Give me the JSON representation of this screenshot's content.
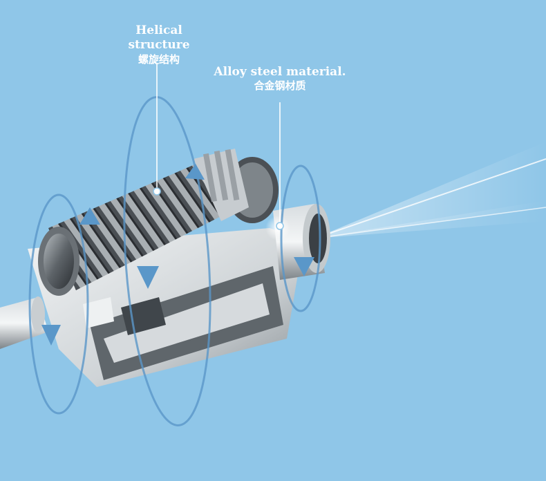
{
  "callouts": {
    "helical": {
      "en": "Helical structure",
      "zh": "螺旋结构"
    },
    "alloy": {
      "en": "Alloy steel material.",
      "zh": "合金钢材质"
    }
  },
  "colors": {
    "background": "#8fc6e8",
    "arrow": "#5a97c9",
    "metal_light": "#e9edf0",
    "metal_dark": "#3a3e42"
  },
  "icons": [
    "rotation-arrow-icon"
  ]
}
